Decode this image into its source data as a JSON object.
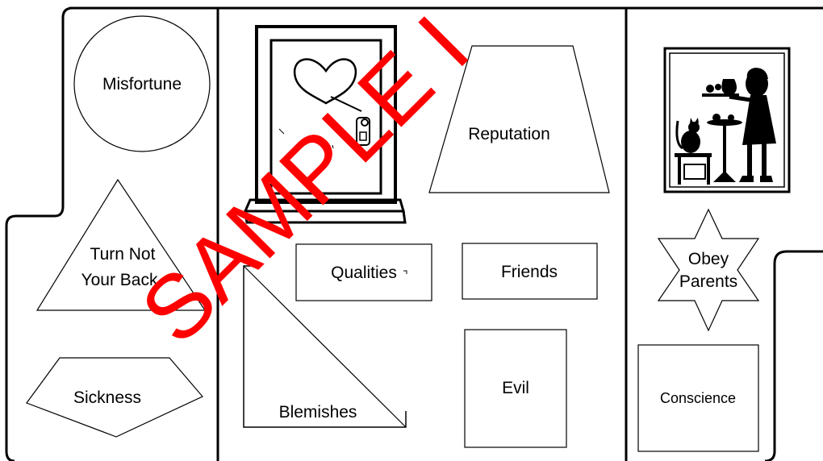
{
  "labels": {
    "misfortune": "Misfortune",
    "turn_line1": "Turn Not",
    "turn_line2": "Your Back",
    "sickness": "Sickness",
    "reputation": "Reputation",
    "qualities": "Qualities",
    "friends": "Friends",
    "evil": "Evil",
    "blemishes": "Blemishes",
    "obey_line1": "Obey",
    "obey_line2": "Parents",
    "conscience": "Conscience"
  },
  "watermark": "SAMPLE I",
  "colors": {
    "ink": "#000000",
    "watermark": "#ff0000",
    "background": "#ffffff"
  },
  "icons": {
    "window": "window-with-heart-icon",
    "silhouette": "girl-serving-tea-silhouette-icon"
  }
}
